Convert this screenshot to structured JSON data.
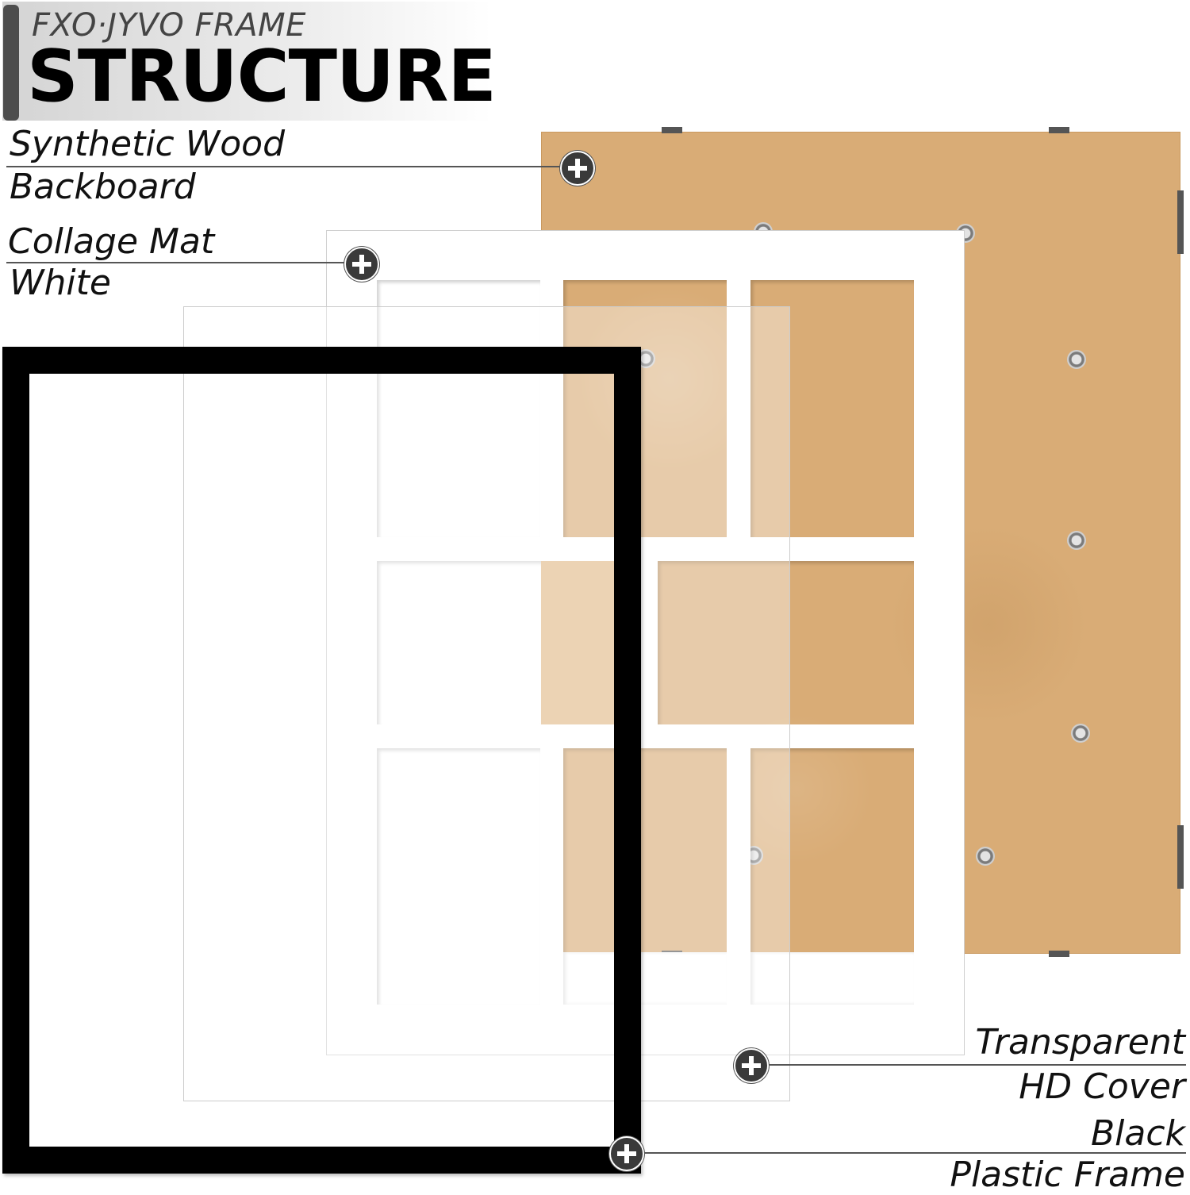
{
  "header": {
    "brand": "FXO·JYVO FRAME",
    "title": "STRUCTURE"
  },
  "callouts": {
    "backboard": {
      "line1": "Synthetic Wood",
      "line2": "Backboard"
    },
    "mat": {
      "line1": "Collage Mat",
      "line2": "White"
    },
    "cover": {
      "line1": "Transparent",
      "line2": "HD Cover"
    },
    "frame": {
      "line1": "Black",
      "line2": "Plastic Frame"
    }
  },
  "colors": {
    "backboard": "#d9ac76",
    "mat": "#ffffff",
    "frame": "#000000",
    "badge": "#3a3a3a"
  },
  "icons": {
    "callout_marker": "plus-circle-icon"
  },
  "mat_layout": {
    "rows": 3,
    "openings_per_row": [
      3,
      2,
      3
    ]
  }
}
